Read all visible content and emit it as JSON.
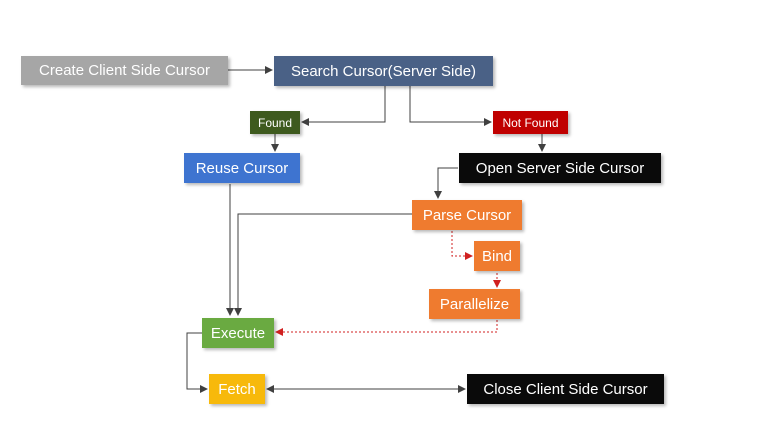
{
  "nodes": {
    "create_client_cursor": {
      "label": "Create Client Side Cursor",
      "color": "#a6a6a6"
    },
    "search_cursor": {
      "label": "Search Cursor(Server Side)",
      "color": "#4a6186"
    },
    "found": {
      "label": "Found",
      "color": "#3e5a1e"
    },
    "not_found": {
      "label": "Not Found",
      "color": "#c00000"
    },
    "reuse_cursor": {
      "label": "Reuse Cursor",
      "color": "#3e74d0"
    },
    "open_server_cursor": {
      "label": "Open Server Side Cursor",
      "color": "#0a0a0a"
    },
    "parse_cursor": {
      "label": "Parse Cursor",
      "color": "#ef7b2f"
    },
    "bind": {
      "label": "Bind",
      "color": "#ef7b2f"
    },
    "parallelize": {
      "label": "Parallelize",
      "color": "#ef7b2f"
    },
    "execute": {
      "label": "Execute",
      "color": "#6aaa41"
    },
    "fetch": {
      "label": "Fetch",
      "color": "#f7b90b"
    },
    "close_client_cursor": {
      "label": "Close Client Side Cursor",
      "color": "#0a0a0a"
    }
  },
  "connector_color": "#404040",
  "dotted_connector_color": "#d02020"
}
